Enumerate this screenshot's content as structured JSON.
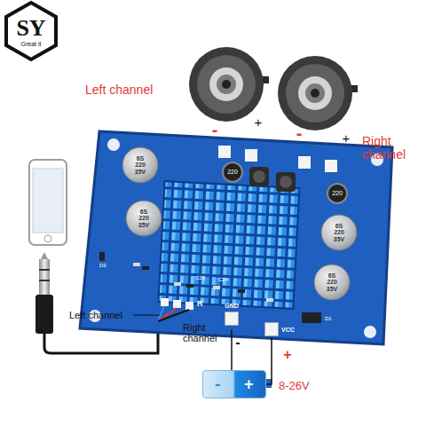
{
  "diagram": {
    "nodes": [
      {
        "text": [
          "GND"
        ]
      },
      {
        "text": [
          "VCC"
        ]
      },
      {
        "text": [
          "-",
          "+"
        ]
      }
    ],
    "edges": [
      {
        "from": 0,
        "to": 2,
        "arrow": "none"
      },
      {
        "from": 1,
        "to": 2,
        "arrow": "none"
      }
    ],
    "labels": [
      "SY",
      "Great it",
      "Left channel",
      "-",
      "+",
      "-",
      "+",
      "Right channel",
      "6S 220 35V",
      "6S 220 35V",
      "6S 220 35V",
      "6S 220 35V",
      "220",
      "220",
      "D3",
      "C25",
      "C24",
      "R",
      "D1",
      "Left channel",
      "Right channel",
      "-",
      "+",
      "8-26V"
    ]
  }
}
